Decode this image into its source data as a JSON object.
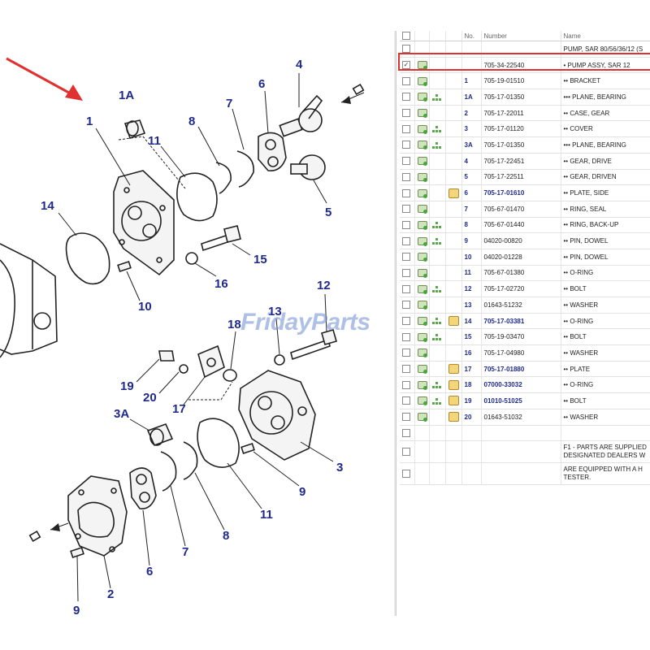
{
  "diagram": {
    "callouts": [
      "1A",
      "1",
      "11",
      "8",
      "7",
      "6",
      "4",
      "14",
      "5",
      "15",
      "16",
      "10",
      "12",
      "13",
      "18",
      "19",
      "20",
      "17",
      "3A",
      "3",
      "9",
      "11",
      "8",
      "7",
      "6",
      "2",
      "9"
    ],
    "watermark": "FridayParts"
  },
  "parts_table": {
    "headers": [
      "No.",
      "Number",
      "Name"
    ],
    "rows": [
      {
        "no": "",
        "number": "",
        "name": "PUMP, SAR 80/56/36/12 (S",
        "checked": false,
        "cart": false,
        "tree": false,
        "note": false,
        "link": false
      },
      {
        "no": "",
        "number": "705-34-22540",
        "name": "• PUMP ASSY, SAR 12",
        "checked": true,
        "cart": true,
        "tree": false,
        "note": false,
        "link": false
      },
      {
        "no": "1",
        "number": "705-19-01510",
        "name": "•• BRACKET",
        "checked": false,
        "cart": true,
        "tree": false,
        "note": false,
        "link": false
      },
      {
        "no": "1A",
        "number": "705-17-01350",
        "name": "••• PLANE, BEARING",
        "checked": false,
        "cart": true,
        "tree": true,
        "note": false,
        "link": false
      },
      {
        "no": "2",
        "number": "705-17-22011",
        "name": "•• CASE, GEAR",
        "checked": false,
        "cart": true,
        "tree": false,
        "note": false,
        "link": false
      },
      {
        "no": "3",
        "number": "705-17-01120",
        "name": "•• COVER",
        "checked": false,
        "cart": true,
        "tree": true,
        "note": false,
        "link": false
      },
      {
        "no": "3A",
        "number": "705-17-01350",
        "name": "••• PLANE, BEARING",
        "checked": false,
        "cart": true,
        "tree": true,
        "note": false,
        "link": false
      },
      {
        "no": "4",
        "number": "705-17-22451",
        "name": "•• GEAR, DRIVE",
        "checked": false,
        "cart": true,
        "tree": false,
        "note": false,
        "link": false
      },
      {
        "no": "5",
        "number": "705-17-22511",
        "name": "•• GEAR, DRIVEN",
        "checked": false,
        "cart": true,
        "tree": false,
        "note": false,
        "link": false
      },
      {
        "no": "6",
        "number": "705-17-01610",
        "name": "•• PLATE, SIDE",
        "checked": false,
        "cart": true,
        "tree": false,
        "note": true,
        "link": true
      },
      {
        "no": "7",
        "number": "705-67-01470",
        "name": "•• RING, SEAL",
        "checked": false,
        "cart": true,
        "tree": false,
        "note": false,
        "link": false
      },
      {
        "no": "8",
        "number": "705-67-01440",
        "name": "•• RING, BACK-UP",
        "checked": false,
        "cart": true,
        "tree": true,
        "note": false,
        "link": false
      },
      {
        "no": "9",
        "number": "04020-00820",
        "name": "•• PIN, DOWEL",
        "checked": false,
        "cart": true,
        "tree": true,
        "note": false,
        "link": false
      },
      {
        "no": "10",
        "number": "04020-01228",
        "name": "•• PIN, DOWEL",
        "checked": false,
        "cart": true,
        "tree": false,
        "note": false,
        "link": false
      },
      {
        "no": "11",
        "number": "705-67-01380",
        "name": "•• O-RING",
        "checked": false,
        "cart": true,
        "tree": false,
        "note": false,
        "link": false
      },
      {
        "no": "12",
        "number": "705-17-02720",
        "name": "•• BOLT",
        "checked": false,
        "cart": true,
        "tree": true,
        "note": false,
        "link": false
      },
      {
        "no": "13",
        "number": "01643-51232",
        "name": "•• WASHER",
        "checked": false,
        "cart": true,
        "tree": false,
        "note": false,
        "link": false
      },
      {
        "no": "14",
        "number": "705-17-03381",
        "name": "•• O-RING",
        "checked": false,
        "cart": true,
        "tree": true,
        "note": true,
        "link": true
      },
      {
        "no": "15",
        "number": "705-19-03470",
        "name": "•• BOLT",
        "checked": false,
        "cart": true,
        "tree": true,
        "note": false,
        "link": false
      },
      {
        "no": "16",
        "number": "705-17-04980",
        "name": "•• WASHER",
        "checked": false,
        "cart": true,
        "tree": false,
        "note": false,
        "link": false
      },
      {
        "no": "17",
        "number": "705-17-01880",
        "name": "•• PLATE",
        "checked": false,
        "cart": true,
        "tree": false,
        "note": true,
        "link": true
      },
      {
        "no": "18",
        "number": "07000-33032",
        "name": "•• O-RING",
        "checked": false,
        "cart": true,
        "tree": true,
        "note": true,
        "link": true
      },
      {
        "no": "19",
        "number": "01010-51025",
        "name": "•• BOLT",
        "checked": false,
        "cart": true,
        "tree": true,
        "note": true,
        "link": true
      },
      {
        "no": "20",
        "number": "01643-51032",
        "name": "•• WASHER",
        "checked": false,
        "cart": true,
        "tree": false,
        "note": true,
        "link": false
      }
    ],
    "notes": [
      "F1 - PARTS ARE SUPPLIED DESIGNATED DEALERS W",
      "ARE EQUIPPED WITH A H TESTER."
    ]
  },
  "colors": {
    "callout": "#1f2a8c",
    "selection": "#e03030",
    "arrow": "#e03030"
  }
}
